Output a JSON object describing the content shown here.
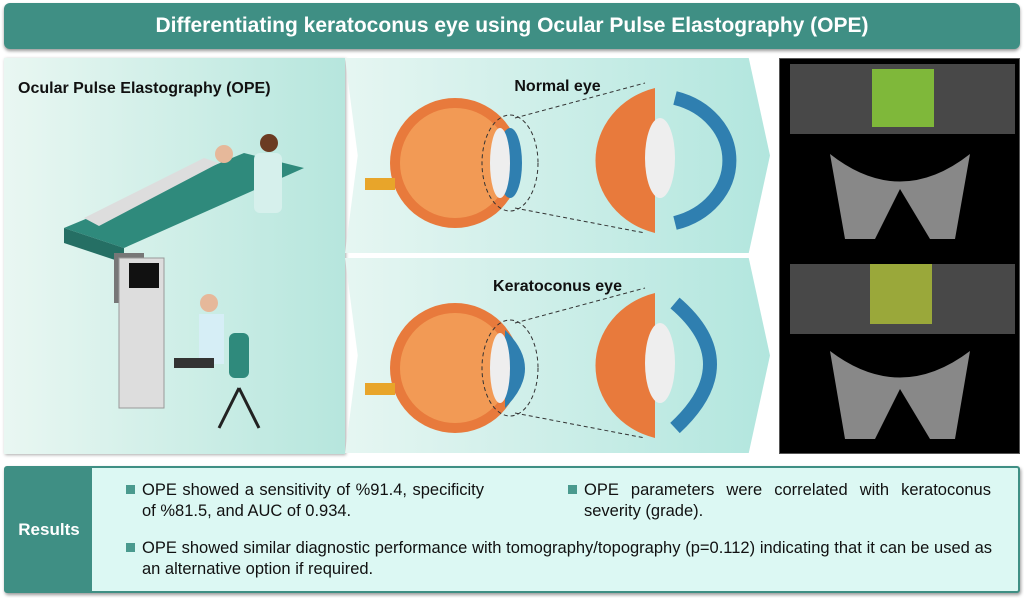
{
  "header": {
    "title": "Differentiating keratoconus eye using Ocular Pulse Elastography (OPE)"
  },
  "left_panel": {
    "title": "Ocular Pulse Elastography (OPE)"
  },
  "normal_panel": {
    "title": "Normal eye"
  },
  "keratoconus_panel": {
    "title": "Keratoconus eye"
  },
  "results": {
    "label": "Results",
    "bullets": [
      "OPE showed a sensitivity of %91.4, specificity of %81.5, and AUC of 0.934.",
      "OPE parameters were correlated with keratoconus severity (grade).",
      "OPE showed similar diagnostic performance with tomography/topography (p=0.112) indicating that it can be used as an alternative option if required."
    ]
  },
  "colors": {
    "accent": "#3f8f84",
    "panel_light": "#e9f7f2",
    "panel_dark": "#b2e6de",
    "results_bg": "#dcf8f3"
  }
}
